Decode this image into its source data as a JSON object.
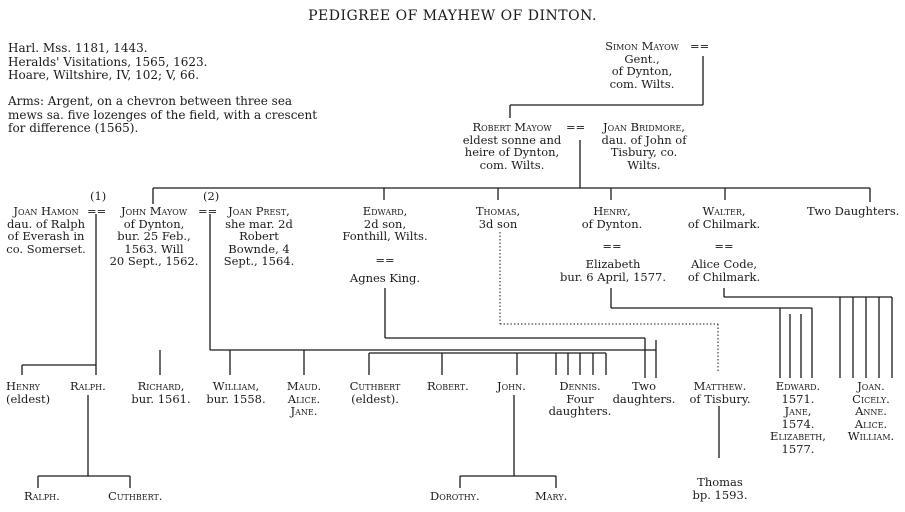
{
  "title": "PEDIGREE OF MAYHEW OF DINTON.",
  "sources": [
    "Harl. Mss. 1181, 1443.",
    "Heralds' Visitations, 1565, 1623.",
    "Hoare, Wiltshire, IV, 102; V, 66."
  ],
  "arms": [
    "Arms: Argent, on a chevron between three sea",
    "mews sa. five lozenges of the field, with a crescent",
    "for difference (1565)."
  ],
  "gen1": {
    "simon": [
      "Simon Mayow",
      "Gent.,",
      "of Dynton,",
      "com. Wilts."
    ],
    "marriage": "=="
  },
  "gen2": {
    "robert": [
      "Robert Mayow",
      "eldest sonne and",
      "heire of Dynton,",
      "com. Wilts."
    ],
    "marriage": "==",
    "joan_bridmore": [
      "Joan Bridmore,",
      "dau. of John of",
      "Tisbury, co.",
      "Wilts."
    ]
  },
  "gen3": {
    "marker1": "(1)",
    "marker2": "(2)",
    "joan_hamon": [
      "Joan Hamon",
      "dau. of Ralph",
      "of Everash in",
      "co. Somerset."
    ],
    "john": [
      "John Mayow",
      "of Dynton,",
      "bur. 25 Feb.,",
      "1563. Will",
      "20 Sept., 1562."
    ],
    "joan_prest": [
      "Joan Prest,",
      "she mar. 2d",
      "Robert",
      "Bownde, 4",
      "Sept., 1564."
    ],
    "eq": "==",
    "edward": [
      "Edward,",
      "2d son,",
      "Fonthill, Wilts."
    ],
    "agnes": "Agnes King.",
    "thomas": [
      "Thomas,",
      "3d son"
    ],
    "henry": [
      "Henry,",
      "of Dynton."
    ],
    "elizabeth": [
      "Elizabeth",
      "bur. 6 April, 1577."
    ],
    "walter": [
      "Walter,",
      "of Chilmark."
    ],
    "alice_code": [
      "Alice Code,",
      "of Chilmark."
    ],
    "two_daughters": "Two Daughters."
  },
  "gen4": {
    "henry_eldest": [
      "Henry",
      "(eldest)"
    ],
    "ralph": "Ralph.",
    "richard": [
      "Richard,",
      "bur. 1561."
    ],
    "william": [
      "William,",
      "bur. 1558."
    ],
    "maud": [
      "Maud.",
      "Alice.",
      "Jane."
    ],
    "cuthbert": [
      "Cuthbert",
      "(eldest)."
    ],
    "robert": "Robert.",
    "john": "John.",
    "dennis": [
      "Dennis.",
      "Four",
      "daughters."
    ],
    "two_daughters": [
      "Two",
      "daughters."
    ],
    "matthew": [
      "Matthew.",
      "of Tisbury."
    ],
    "edward": [
      "Edward.",
      "1571.",
      "Jane,",
      "1574.",
      "Elizabeth,",
      "1577."
    ],
    "joan_group": [
      "Joan.",
      "Cicely.",
      "Anne.",
      "Alice.",
      "William."
    ]
  },
  "gen5": {
    "ralph": "Ralph.",
    "cuthbert": "Cuthbert.",
    "dorothy": "Dorothy.",
    "mary": "Mary.",
    "thomas": [
      "Thomas",
      "bp. 1593."
    ]
  }
}
